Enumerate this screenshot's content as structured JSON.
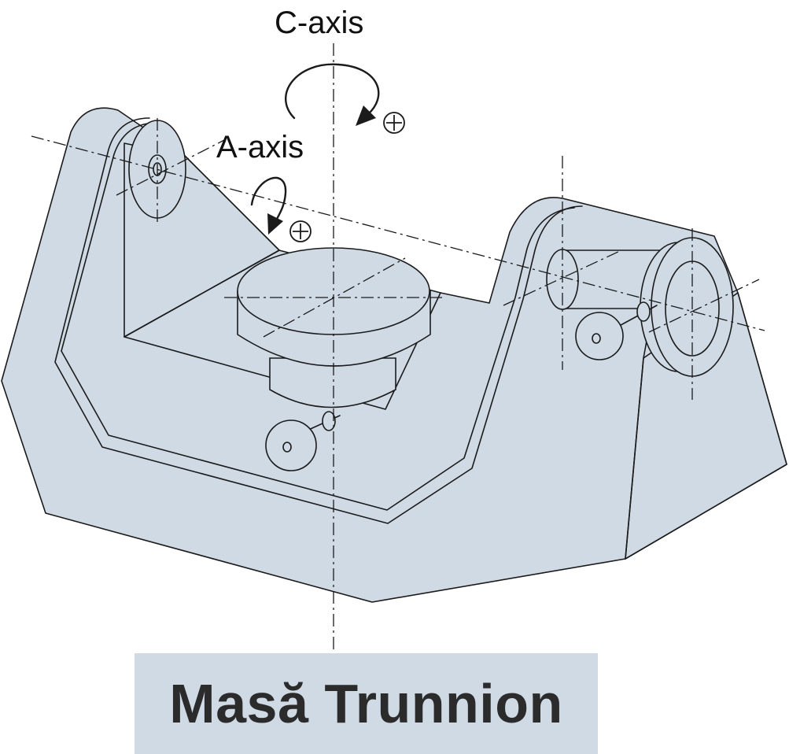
{
  "labels": {
    "c_axis": "C-axis",
    "a_axis": "A-axis",
    "c_direction": "⊕",
    "a_direction": "⊕"
  },
  "caption": "Masă Trunnion",
  "colors": {
    "body_fill": "#cfdae5",
    "line": "#1b1b1b",
    "caption_background": "#cfdae5",
    "caption_text": "#2b2b2b"
  },
  "icons": {
    "c_rotation": "clockwise-rotation-arrow-icon",
    "a_rotation": "clockwise-rotation-arrow-icon",
    "positive_direction": "circled-plus-icon"
  }
}
